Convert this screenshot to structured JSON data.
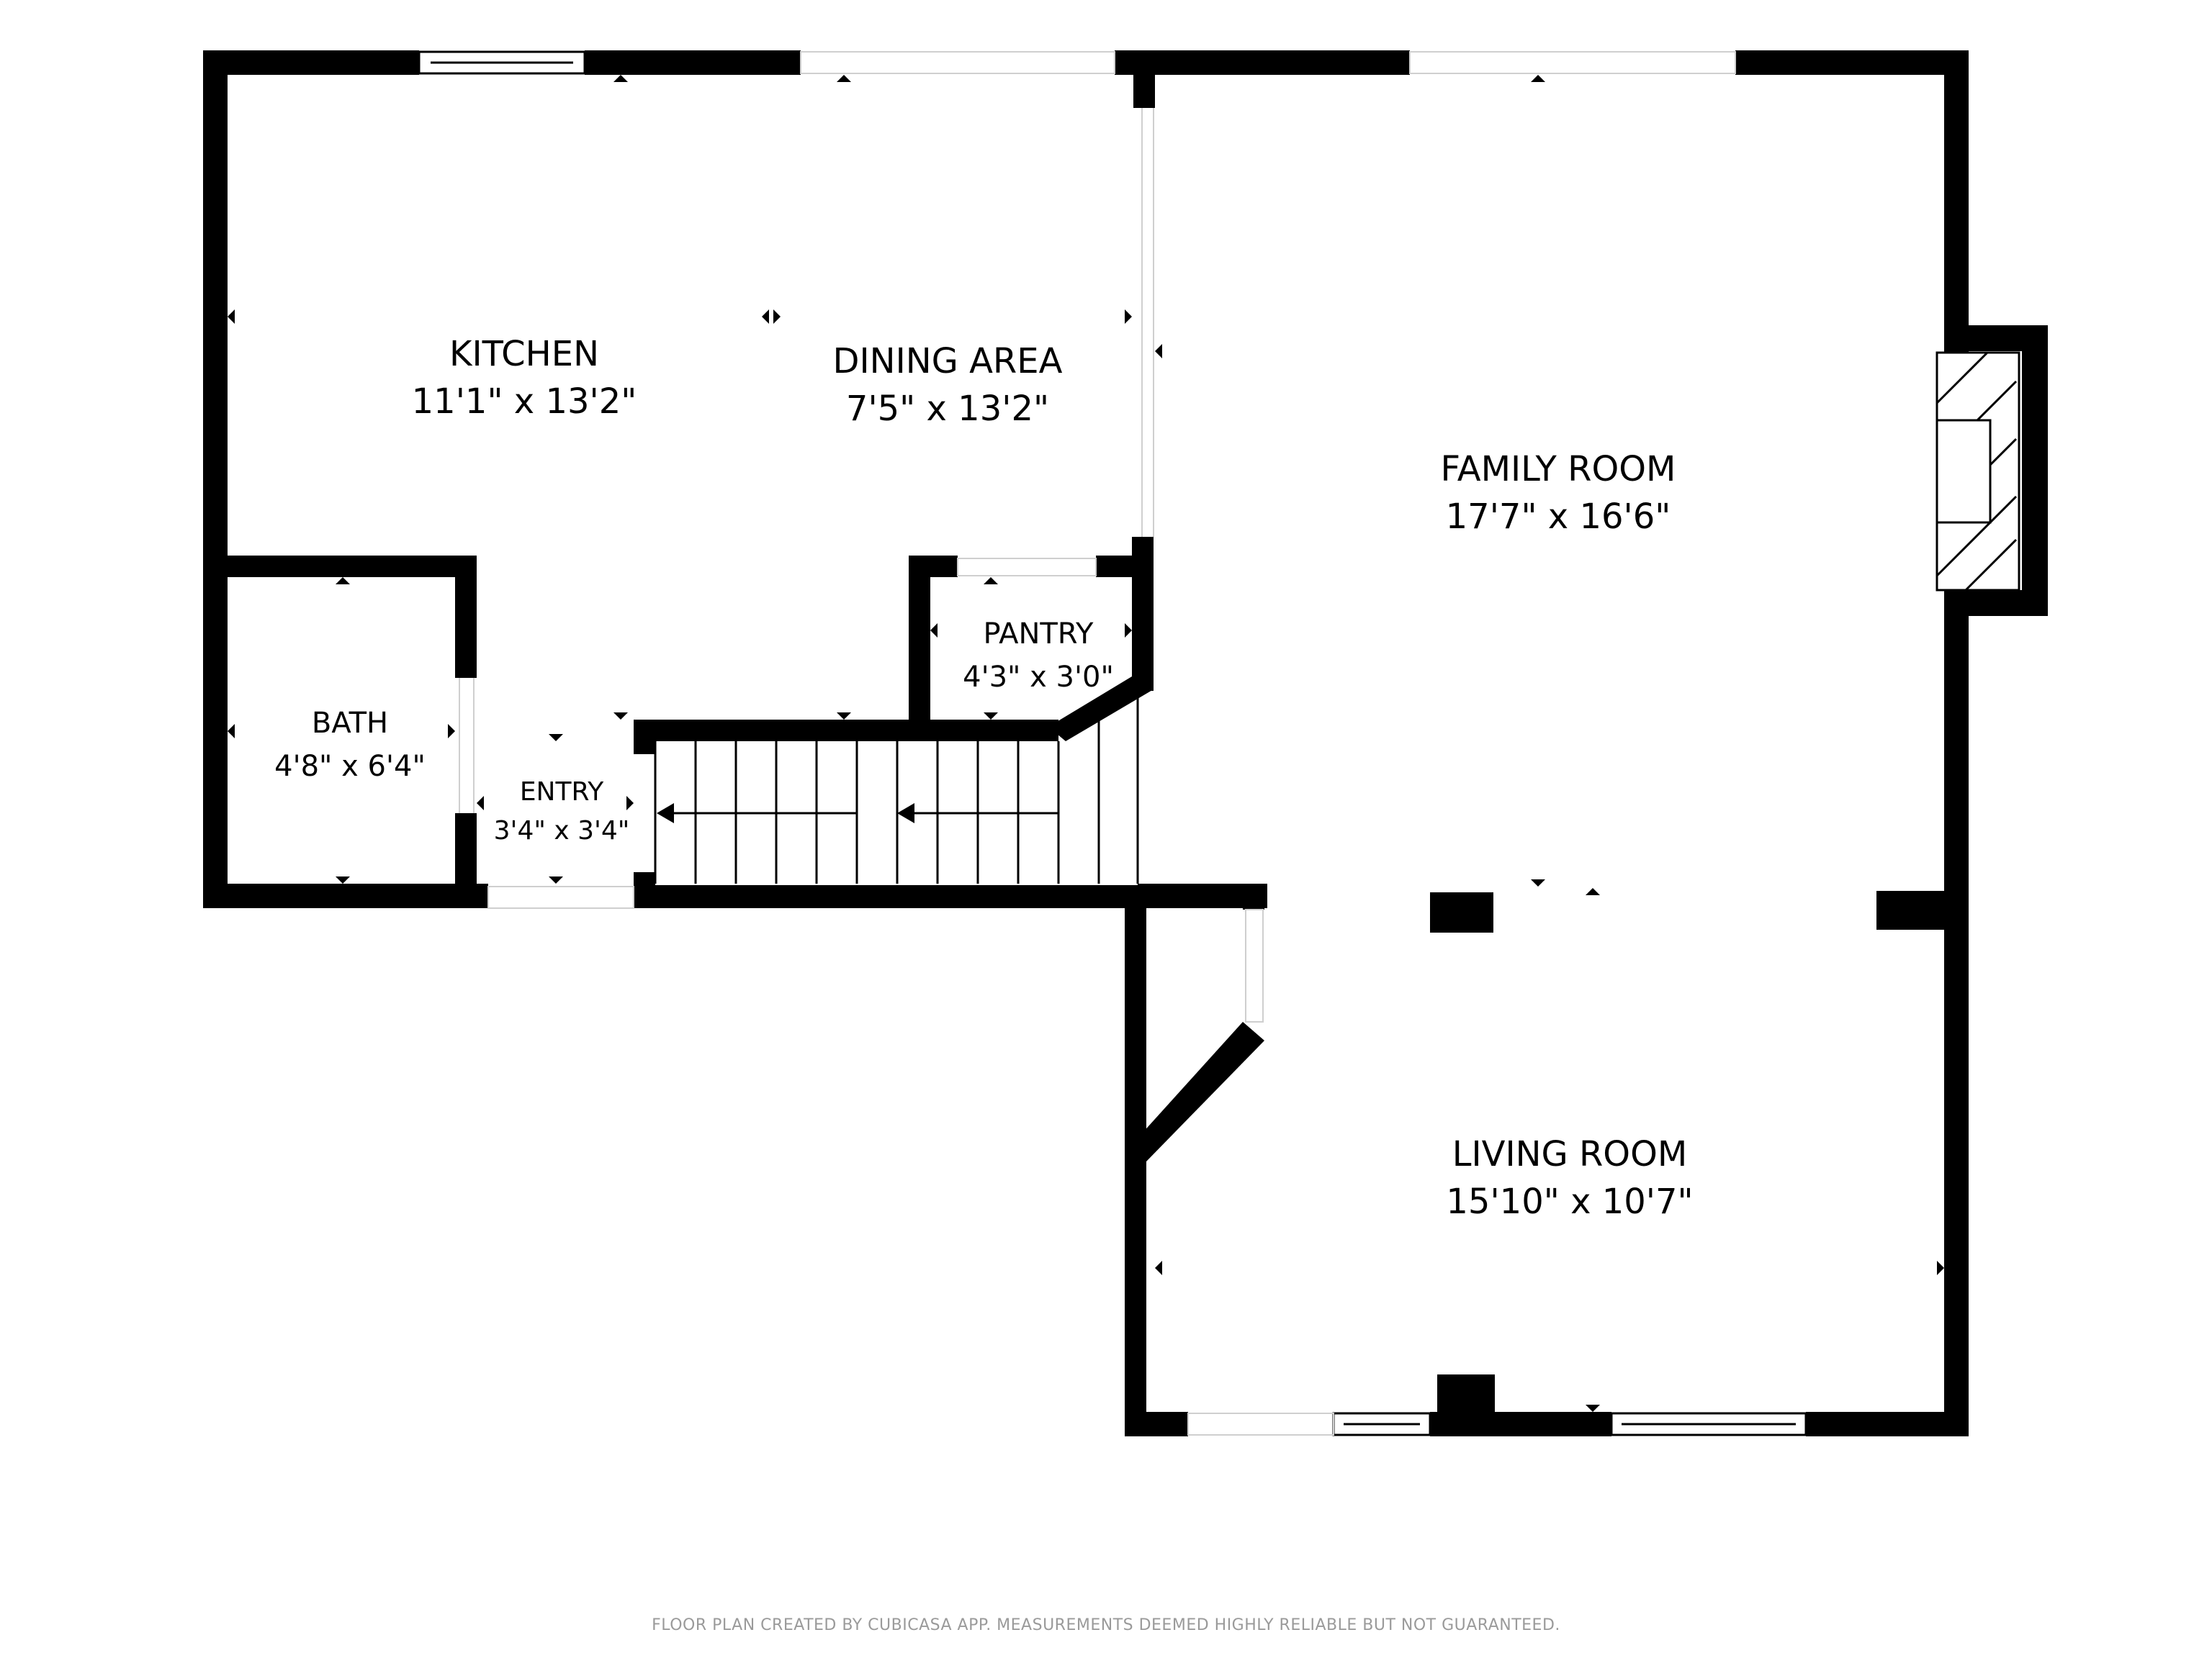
{
  "plan": {
    "rooms": [
      {
        "id": "kitchen",
        "name": "KITCHEN",
        "dims": "11'1\" x 13'2\""
      },
      {
        "id": "dining-area",
        "name": "DINING AREA",
        "dims": "7'5\" x 13'2\""
      },
      {
        "id": "family-room",
        "name": "FAMILY ROOM",
        "dims": "17'7\" x 16'6\""
      },
      {
        "id": "pantry",
        "name": "PANTRY",
        "dims": "4'3\" x 3'0\""
      },
      {
        "id": "bath",
        "name": "BATH",
        "dims": "4'8\" x 6'4\""
      },
      {
        "id": "entry",
        "name": "ENTRY",
        "dims": "3'4\" x 3'4\""
      },
      {
        "id": "living-room",
        "name": "LIVING ROOM",
        "dims": "15'10\" x 10'7\""
      }
    ],
    "footer": "FLOOR PLAN CREATED BY CUBICASA APP. MEASUREMENTS DEEMED HIGHLY RELIABLE BUT NOT GUARANTEED.",
    "colors": {
      "wall": "#000000",
      "background": "#ffffff",
      "footer_text": "#9a9a9a"
    }
  }
}
